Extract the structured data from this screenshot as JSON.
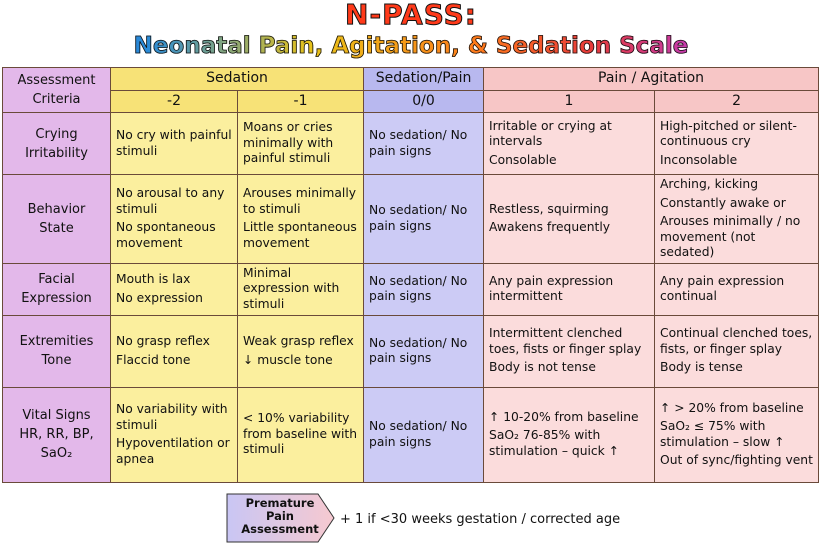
{
  "title": "N-PASS:",
  "subtitle": "Neonatal Pain, Agitation, & Sedation Scale",
  "header": {
    "criteria_label_1": "Assessment",
    "criteria_label_2": "Criteria",
    "groups": [
      "Sedation",
      "Sedation/Pain",
      "Pain / Agitation"
    ],
    "scores": [
      "-2",
      "-1",
      "0/0",
      "1",
      "2"
    ]
  },
  "rows": [
    {
      "criteria": [
        "Crying",
        "Irritability"
      ],
      "cells": [
        [
          "No cry with painful stimuli"
        ],
        [
          "Moans or cries minimally with painful stimuli"
        ],
        [
          "No sedation/ No pain signs"
        ],
        [
          "Irritable or crying at intervals",
          "Consolable"
        ],
        [
          "High-pitched or silent-continuous cry",
          "Inconsolable"
        ]
      ]
    },
    {
      "criteria": [
        "Behavior",
        "State"
      ],
      "cells": [
        [
          "No arousal to any stimuli",
          "No spontaneous movement"
        ],
        [
          "Arouses minimally to stimuli",
          "Little spontaneous movement"
        ],
        [
          "No sedation/ No pain signs"
        ],
        [
          "Restless, squirming",
          "Awakens frequently"
        ],
        [
          "Arching, kicking",
          "Constantly awake or",
          "Arouses minimally / no movement (not sedated)"
        ]
      ]
    },
    {
      "criteria": [
        "Facial",
        "Expression"
      ],
      "cells": [
        [
          "Mouth is lax",
          "No expression"
        ],
        [
          "Minimal expression with stimuli"
        ],
        [
          "No sedation/ No pain signs"
        ],
        [
          "Any pain expression intermittent"
        ],
        [
          "Any pain expression continual"
        ]
      ]
    },
    {
      "criteria": [
        "Extremities",
        "Tone"
      ],
      "cells": [
        [
          "No grasp reflex",
          "Flaccid tone"
        ],
        [
          "Weak grasp reflex",
          "↓ muscle tone"
        ],
        [
          "No sedation/ No pain signs"
        ],
        [
          "Intermittent clenched toes, fists or finger splay",
          "Body is not tense"
        ],
        [
          "Continual clenched toes, fists, or finger splay",
          "Body is tense"
        ]
      ]
    },
    {
      "criteria": [
        "Vital Signs",
        "HR, RR, BP,",
        "SaO₂"
      ],
      "cells": [
        [
          "No variability with stimuli",
          "Hypoventilation or apnea"
        ],
        [
          "< 10% variability from baseline with stimuli"
        ],
        [
          "No sedation/ No pain signs"
        ],
        [
          "↑ 10-20% from baseline",
          "SaO₂ 76-85% with stimulation – quick ↑"
        ],
        [
          "↑ > 20% from baseline",
          "SaO₂ ≤ 75% with stimulation – slow ↑",
          "Out of sync/fighting vent"
        ]
      ]
    }
  ],
  "footer": {
    "tag_lines": [
      "Premature",
      "Pain",
      "Assessment"
    ],
    "note": "+ 1 if <30 weeks gestation / corrected age"
  },
  "colors": {
    "criteria": "#e3b8ea",
    "sedation": "#fbef9e",
    "sedation_pain": "#cccbf5",
    "pain_agitation": "#fbdcdc"
  }
}
